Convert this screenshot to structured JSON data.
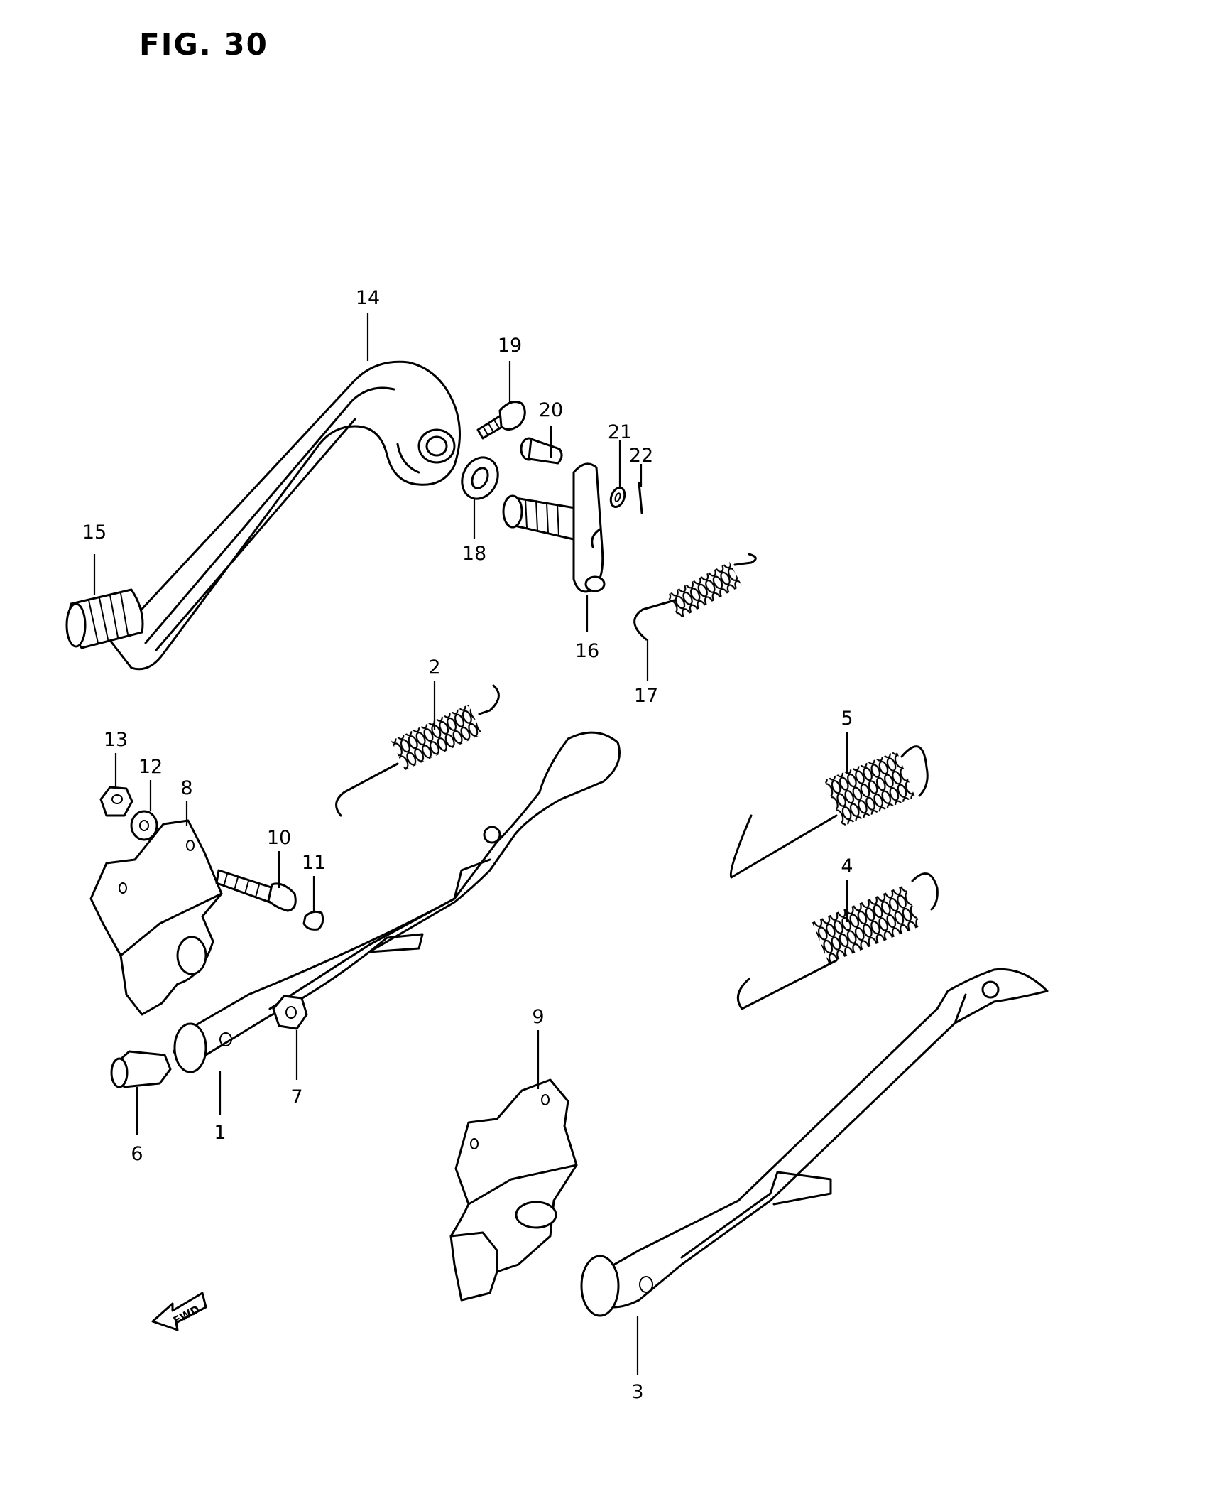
{
  "figure": {
    "title": "FIG. 30"
  },
  "fwd_label": "FWD",
  "callouts": {
    "c1": "1",
    "c2": "2",
    "c3": "3",
    "c4": "4",
    "c5": "5",
    "c6": "6",
    "c7": "7",
    "c8": "8",
    "c9": "9",
    "c10": "10",
    "c11": "11",
    "c12": "12",
    "c13": "13",
    "c14": "14",
    "c15": "15",
    "c16": "16",
    "c17": "17",
    "c18": "18",
    "c19": "19",
    "c20": "20",
    "c21": "21",
    "c22": "22"
  }
}
